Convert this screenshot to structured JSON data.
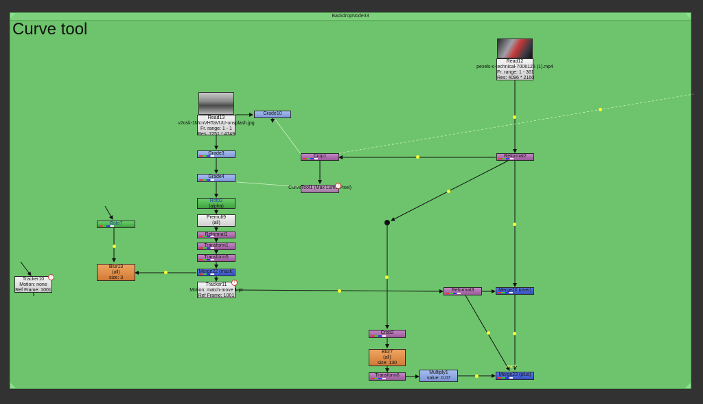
{
  "backdrop": {
    "title": "BackdropNode33",
    "label": "Curve tool"
  },
  "nodes": {
    "read13": {
      "lines": [
        "Read13",
        "v2osk-1McnVHTaVUU-unsplash.jpg",
        "Fr. range: 1 - 1",
        "Res: 7251 * 4749"
      ]
    },
    "read12": {
      "lines": [
        "Read12",
        "pexels-c-technical-7006126 (1).mp4",
        "Fr. range: 1 - 361",
        "Res: 4096 * 2160"
      ]
    },
    "grade10": "Grade10",
    "grade3": "Grade3",
    "grade4": "Grade4",
    "roto2": {
      "lines": [
        "Roto2",
        "(alpha)"
      ]
    },
    "roto7": "Roto7",
    "premult9": {
      "lines": [
        "Premult9",
        "(all)"
      ]
    },
    "reformat1": "Reformat1",
    "transform1": "Transform1",
    "transform5": "Transform5",
    "merge22": "Merge22 (mask)",
    "tracker11": {
      "lines": [
        "Tracker11",
        "Motion: match-move 1-pt",
        "Ref Frame: 1001"
      ]
    },
    "tracker10": {
      "lines": [
        "Tracker10",
        "Motion: none",
        "Ref Frame: 1001"
      ]
    },
    "blur13": {
      "lines": [
        "Blur13",
        "(all)",
        "size: 3"
      ]
    },
    "crop1": "Crop1",
    "curvetool1": "CurveTool1 (Max Luma Pixel)",
    "reformat2": "Reformat2",
    "reformat3": "Reformat3",
    "merge20": "Merge20 (over)",
    "crop2": "Crop2",
    "blur7": {
      "lines": [
        "Blur7",
        "(all)",
        "size: 130"
      ]
    },
    "transform6": "Transform6",
    "multiply1": {
      "lines": [
        "Multiply1",
        "value: 0.07"
      ]
    },
    "merge23": "Merge23 (plus)",
    "merge23_mask": "mask"
  },
  "colors": {
    "backdrop": "#6dc46c",
    "canvas": "#323232",
    "wire": "#111111",
    "expr_link": "#d8f0c8",
    "connector_dot": "#ffff33"
  }
}
